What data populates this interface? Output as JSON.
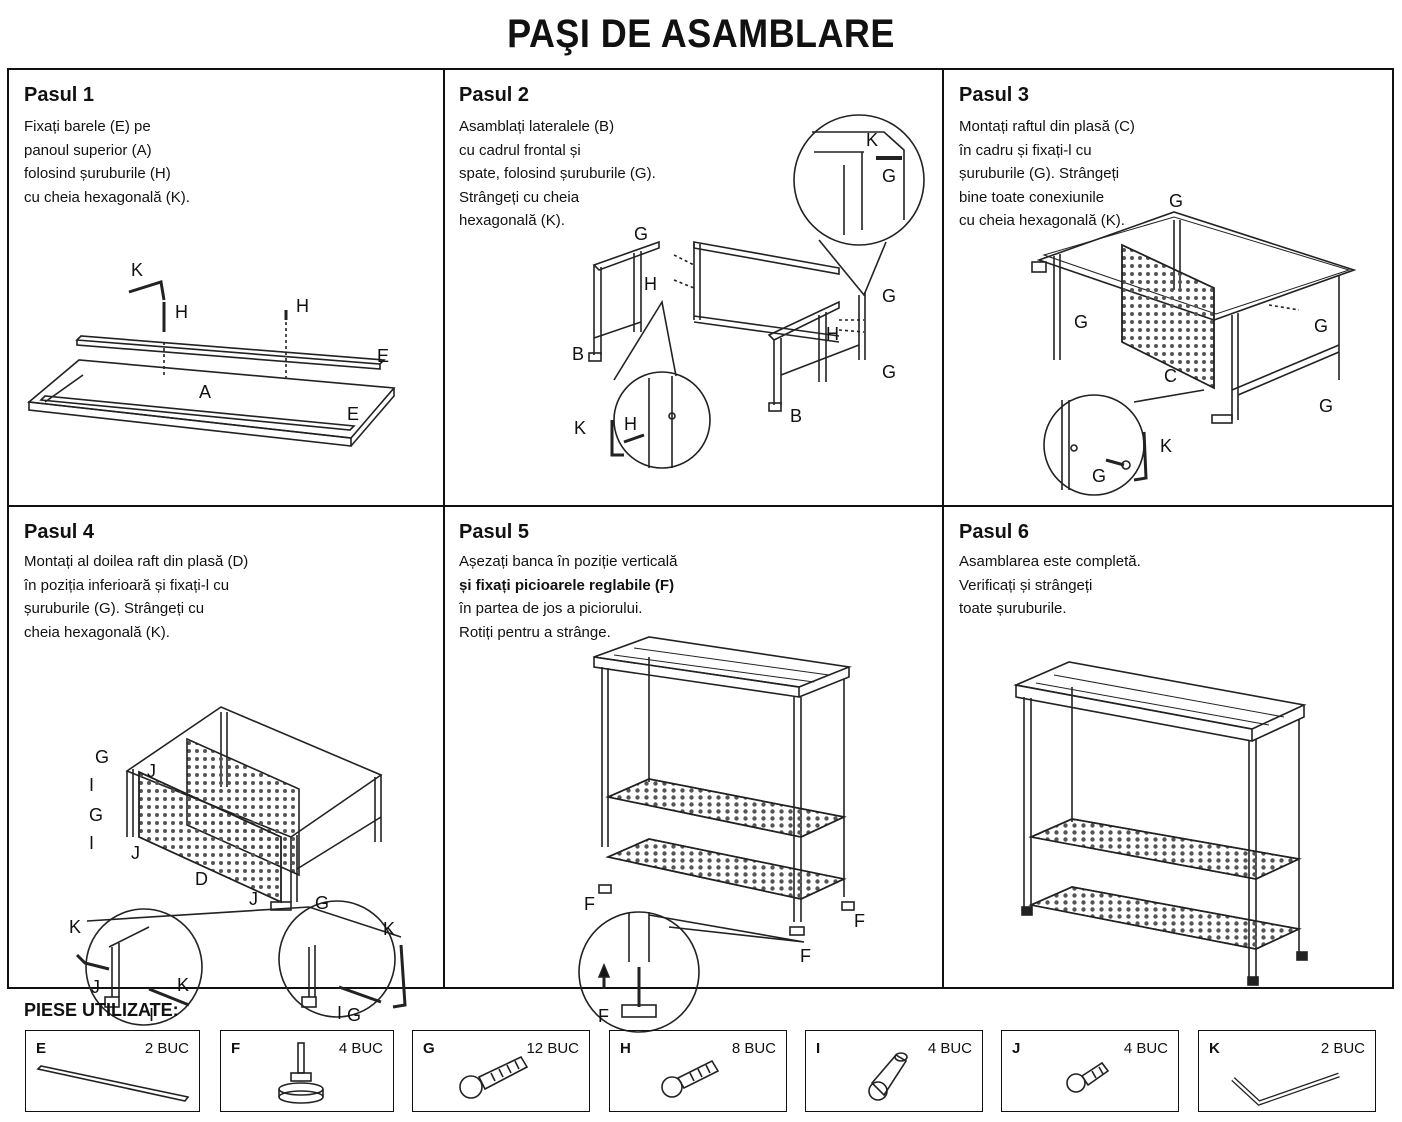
{
  "title": "PAŞI DE ASAMBLARE",
  "steps": [
    {
      "title": "Pasul 1",
      "lines": [
        "Fixați barele (E) pe",
        "panoul superior (A)",
        "folosind șuruburile (H)",
        "cu cheia hexagonală (K)."
      ]
    },
    {
      "title": "Pasul 2",
      "lines": [
        "Asamblați lateralele (B)",
        "cu cadrul frontal și",
        "spate, folosind șuruburile (G).",
        "Strângeți cu cheia",
        "hexagonală (K)."
      ]
    },
    {
      "title": "Pasul 3",
      "lines": [
        "Montați raftul din plasă (C)",
        "în cadru și fixați-l cu",
        "șuruburile (G). Strângeți",
        "bine toate conexiunile",
        "cu cheia hexagonală (K)."
      ]
    },
    {
      "title": "Pasul 4",
      "lines": [
        "Montați al doilea raft din plasă (D)",
        "în poziția inferioară și fixați-l cu",
        "șuruburile (G). Strângeți cu",
        "cheia hexagonală (K)."
      ]
    },
    {
      "title": "Pasul 5",
      "lines": [
        "Așezați banca în poziție verticală",
        "și fixați picioarele reglabile (F)",
        "în partea de jos a piciorului.",
        "Rotiți pentru a strânge."
      ],
      "bold_line": 1
    },
    {
      "title": "Pasul 6",
      "lines": [
        "Asamblarea este completă.",
        "Verificați și strângeți",
        "toate șuruburile."
      ]
    }
  ],
  "labels": {
    "s1": [
      "K",
      "H",
      "H",
      "E",
      "A",
      "E"
    ],
    "s2": [
      "K",
      "G",
      "G",
      "H",
      "B",
      "G",
      "H",
      "G",
      "B",
      "K",
      "H"
    ],
    "s3": [
      "G",
      "G",
      "G",
      "C",
      "G",
      "K",
      "G"
    ],
    "s4": [
      "G",
      "I",
      "J",
      "G",
      "I",
      "J",
      "D",
      "J",
      "G",
      "K",
      "J",
      "K",
      "I",
      "K",
      "I",
      "G"
    ],
    "s5": [
      "F",
      "F",
      "F",
      "F"
    ]
  },
  "parts_title": "PIESE UTILIZATE:",
  "parts": [
    {
      "code": "E",
      "qty": "2 BUC",
      "icon": "bar-icon"
    },
    {
      "code": "F",
      "qty": "4 BUC",
      "icon": "adjustable-foot-icon"
    },
    {
      "code": "G",
      "qty": "12 BUC",
      "icon": "screw-icon"
    },
    {
      "code": "H",
      "qty": "8 BUC",
      "icon": "screw-icon"
    },
    {
      "code": "I",
      "qty": "4 BUC",
      "icon": "dowel-icon"
    },
    {
      "code": "J",
      "qty": "4 BUC",
      "icon": "short-screw-icon"
    },
    {
      "code": "K",
      "qty": "2 BUC",
      "icon": "hex-key-icon"
    }
  ]
}
